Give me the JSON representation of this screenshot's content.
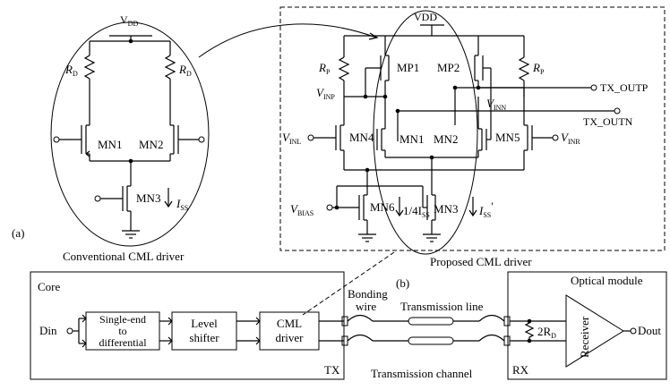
{
  "conventional": {
    "vdd": "V",
    "vdd_sub": "DD",
    "rd_left": "R",
    "rd_left_sub": "D",
    "rd_right": "R",
    "rd_right_sub": "D",
    "mn1": "MN1",
    "mn2": "MN2",
    "mn3": "MN3",
    "iss": "I",
    "iss_sub": "SS",
    "caption": "Conventional CML driver"
  },
  "part_a_label": "(a)",
  "part_b_label": "(b)",
  "proposed": {
    "vdd": "VDD",
    "rp_left": "R",
    "rp_left_sub": "P",
    "rp_right": "R",
    "rp_right_sub": "P",
    "mp1": "MP1",
    "mp2": "MP2",
    "vinp": "V",
    "vinp_sub": "INP",
    "vinn": "V",
    "vinn_sub": "INN",
    "tx_outp": "TX_OUTP",
    "tx_outn": "TX_OUTN",
    "vinl": "V",
    "vinl_sub": "INL",
    "vinr": "V",
    "vinr_sub": "INR",
    "mn4": "MN4",
    "mn1": "MN1",
    "mn2": "MN2",
    "mn5": "MN5",
    "vbias": "V",
    "vbias_sub": "BIAS",
    "mn6": "MN6",
    "mn3": "MN3",
    "quarter_iss": "1/4I",
    "quarter_iss_sub": "SS",
    "iss_prime": "I",
    "iss_prime_sub": "SS",
    "iss_prime_mark": "′",
    "caption": "Proposed CML driver"
  },
  "system": {
    "core": "Core",
    "din": "Din",
    "se_to_diff": [
      "Single-end",
      "to",
      "differential"
    ],
    "level_shifter": [
      "Level",
      "shifter"
    ],
    "cml_driver": [
      "CML",
      "driver"
    ],
    "tx": "TX",
    "bonding_wire": [
      "Bonding",
      "wire"
    ],
    "transmission_line": "Transmission line",
    "transmission_channel": "Transmission channel",
    "rx": "RX",
    "optical_module": "Optical module",
    "two_rd": "2R",
    "two_rd_sub": "D",
    "receiver": "Receiver",
    "dout": "Dout"
  }
}
